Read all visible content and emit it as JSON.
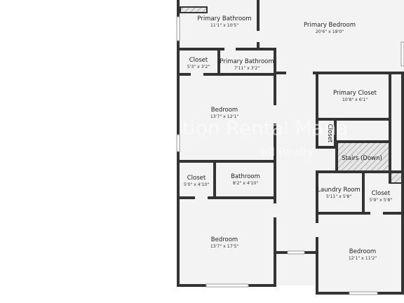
{
  "rooms": {
    "primary_bathroom_top": {
      "name": "Primary Bathroom",
      "dims": "11'1\" x 10'5\""
    },
    "primary_bedroom": {
      "name": "Primary Bedroom",
      "dims": "20'6\" x 18'0\""
    },
    "closet_top": {
      "name": "Closet",
      "dims": "5'3\" x 3'2\""
    },
    "primary_bathroom_small": {
      "name": "Primary Bathroom",
      "dims": "7'11\" x 3'2\""
    },
    "primary_closet": {
      "name": "Primary Closet",
      "dims": "10'8\" x 6'1\""
    },
    "bedroom_upper": {
      "name": "Bedroom",
      "dims": "13'7\" x 12'1\""
    },
    "closet_vertical": {
      "name": "Closet"
    },
    "stairs": {
      "name": "Stairs (Down)"
    },
    "closet_left": {
      "name": "Closet",
      "dims": "5'0\" x 4'10\""
    },
    "bathroom": {
      "name": "Bathroom",
      "dims": "8'2\" x 4'10\""
    },
    "laundry_room": {
      "name": "Laundry Room",
      "dims": "5'11\" x 5'8\""
    },
    "closet_right": {
      "name": "Closet",
      "dims": "5'9\" x 5'8\""
    },
    "bedroom_lower_left": {
      "name": "Bedroom",
      "dims": "13'7\" x 17'5\""
    },
    "bedroom_lower_right": {
      "name": "Bedroom",
      "dims": "12'1\" x 11'2\""
    }
  },
  "watermark": {
    "line1": "tion Rental Mana",
    "line2": "ed Realty"
  },
  "colors": {
    "wall": "#333333",
    "floor": "#f3f3f3",
    "background": "#ffffff"
  }
}
